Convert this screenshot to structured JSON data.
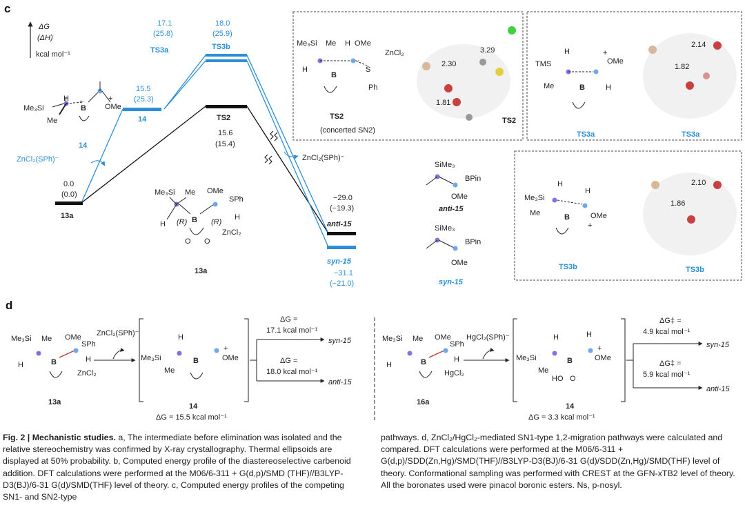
{
  "panel_c": {
    "label": "c",
    "axis": {
      "line1": "ΔG",
      "line2": "(ΔH)",
      "unit": "kcal mol⁻¹"
    },
    "levels": {
      "s13a": {
        "dg": "0.0",
        "dh": "(0.0)",
        "name": "13a"
      },
      "s14": {
        "dg": "15.5",
        "dh": "(25.3)",
        "name": "14"
      },
      "ts3a": {
        "dg": "17.1",
        "dh": "(25.8)",
        "name": "TS3a"
      },
      "ts3b": {
        "dg": "18.0",
        "dh": "(25.9)",
        "name": "TS3b"
      },
      "ts2": {
        "dg": "15.6",
        "dh": "(15.4)",
        "name": "TS2"
      },
      "anti15": {
        "dg": "−29.0",
        "dh": "(−19.3)",
        "name": "anti-15"
      },
      "syn15": {
        "dg": "−31.1",
        "dh": "(−21.0)",
        "name": "syn-15"
      }
    },
    "reagent_left": "ZnCl₂(SPh)⁻",
    "reagent_right": "ZnCl₂(SPh)⁻",
    "struct14": {
      "me3si": "Me₃Si",
      "h": "H",
      "me": "Me",
      "ome": "OMe",
      "b": "B",
      "name": "14"
    },
    "struct13a": {
      "me3si": "Me₃Si",
      "me": "Me",
      "ome": "OMe",
      "sph": "SPh",
      "h": "H",
      "r1": "(R)",
      "r2": "(R)",
      "b": "B",
      "zncl2": "ZnCl₂",
      "name": "13a"
    },
    "ts2_box": {
      "me3si": "Me₃Si",
      "me": "Me",
      "h": "H",
      "h2": "H",
      "ome": "OMe",
      "s": "S",
      "zncl2": "ZnCl₂",
      "ph": "Ph",
      "b": "B",
      "name": "TS2",
      "note": "(concerted SN2)",
      "dist1": "2.30",
      "dist2": "3.29",
      "dist3": "1.81",
      "model_label": "TS2"
    },
    "ts3a_box": {
      "tms": "TMS",
      "h": "H",
      "me": "Me",
      "ome": "OMe",
      "h2": "H",
      "b": "B",
      "name": "TS3a",
      "dist1": "2.14",
      "dist2": "1.82",
      "model_label": "TS3a"
    },
    "ts3b_box": {
      "me3si": "Me₃Si",
      "h": "H",
      "me": "Me",
      "h2": "H",
      "ome": "OMe",
      "b": "B",
      "name": "TS3b",
      "dist1": "2.10",
      "dist2": "1.86",
      "model_label": "TS3b"
    },
    "anti15": {
      "sime3": "SiMe₃",
      "bpin": "BPin",
      "ome": "OMe",
      "name": "anti-15"
    },
    "syn15": {
      "sime3": "SiMe₃",
      "bpin": "BPin",
      "ome": "OMe",
      "name": "syn-15"
    }
  },
  "panel_d": {
    "label": "d",
    "left": {
      "reactant": {
        "me3si": "Me₃Si",
        "me": "Me",
        "ome": "OMe",
        "sph": "SPh",
        "h": "H",
        "h2": "H",
        "b": "B",
        "zncl2": "ZnCl₂",
        "name": "13a"
      },
      "leaving": "ZnCl₂(SPh)⁻",
      "intermediate": {
        "h": "H",
        "me3si": "Me₃Si",
        "me": "Me",
        "ome": "OMe",
        "b": "B",
        "name": "14",
        "dg": "ΔG = 15.5 kcal mol⁻¹"
      },
      "path_up": {
        "dg": "ΔG =",
        "val": "17.1 kcal mol⁻¹",
        "product": "syn-15"
      },
      "path_down": {
        "dg": "ΔG =",
        "val": "18.0 kcal mol⁻¹",
        "product": "anti-15"
      }
    },
    "right": {
      "reactant": {
        "me3si": "Me₃Si",
        "me": "Me",
        "ome": "OMe",
        "sph": "SPh",
        "h": "H",
        "h2": "H",
        "b": "B",
        "hgcl2": "HgCl₂",
        "name": "16a"
      },
      "leaving": "HgCl₂(SPh)⁻",
      "intermediate": {
        "h": "H",
        "h2": "H",
        "me3si": "Me₃Si",
        "me": "Me",
        "ome": "OMe",
        "b": "B",
        "ho": "HO",
        "name": "14",
        "dg": "ΔG = 3.3 kcal mol⁻¹"
      },
      "path_up": {
        "dg": "ΔG‡ =",
        "val": "4.9 kcal mol⁻¹",
        "product": "syn-15"
      },
      "path_down": {
        "dg": "ΔG‡ =",
        "val": "5.9 kcal mol⁻¹",
        "product": "anti-15"
      }
    }
  },
  "caption": {
    "fig": "Fig. 2 | Mechanistic studies.",
    "left_text": " a, The intermediate before elimination was isolated and the relative stereochemistry was confirmed by X-ray crystallography. Thermal ellipsoids are displayed at 50% probability. b, Computed energy profile of the diastereoselective carbenoid addition. DFT calculations were performed at the M06/6-311 + G(d,p)/SMD (THF)//B3LYP-D3(BJ)/6-31 G(d)/SMD(THF) level of theory. c, Computed energy profiles of the competing SN1- and SN2-type",
    "right_text": "pathways. d, ZnCl₂/HgCl₂-mediated SN1-type 1,2-migration pathways were calculated and compared. DFT calculations were performed at the M06/6-311 + G(d,p)/SDD(Zn,Hg)/SMD(THF)//B3LYP-D3(BJ)/6-31 G(d)/SDD(Zn,Hg)/SMD(THF) level of theory. Conformational sampling was performed with CREST at the GFN-xTB2 level of theory. All the boronates used were pinacol boronic esters. Ns, p-nosyl."
  },
  "colors": {
    "blue": "#2a8ed8",
    "black": "#111111",
    "purple": "#8a6fe0",
    "lightblue": "#6ea8e8",
    "red": "#c8302c"
  }
}
